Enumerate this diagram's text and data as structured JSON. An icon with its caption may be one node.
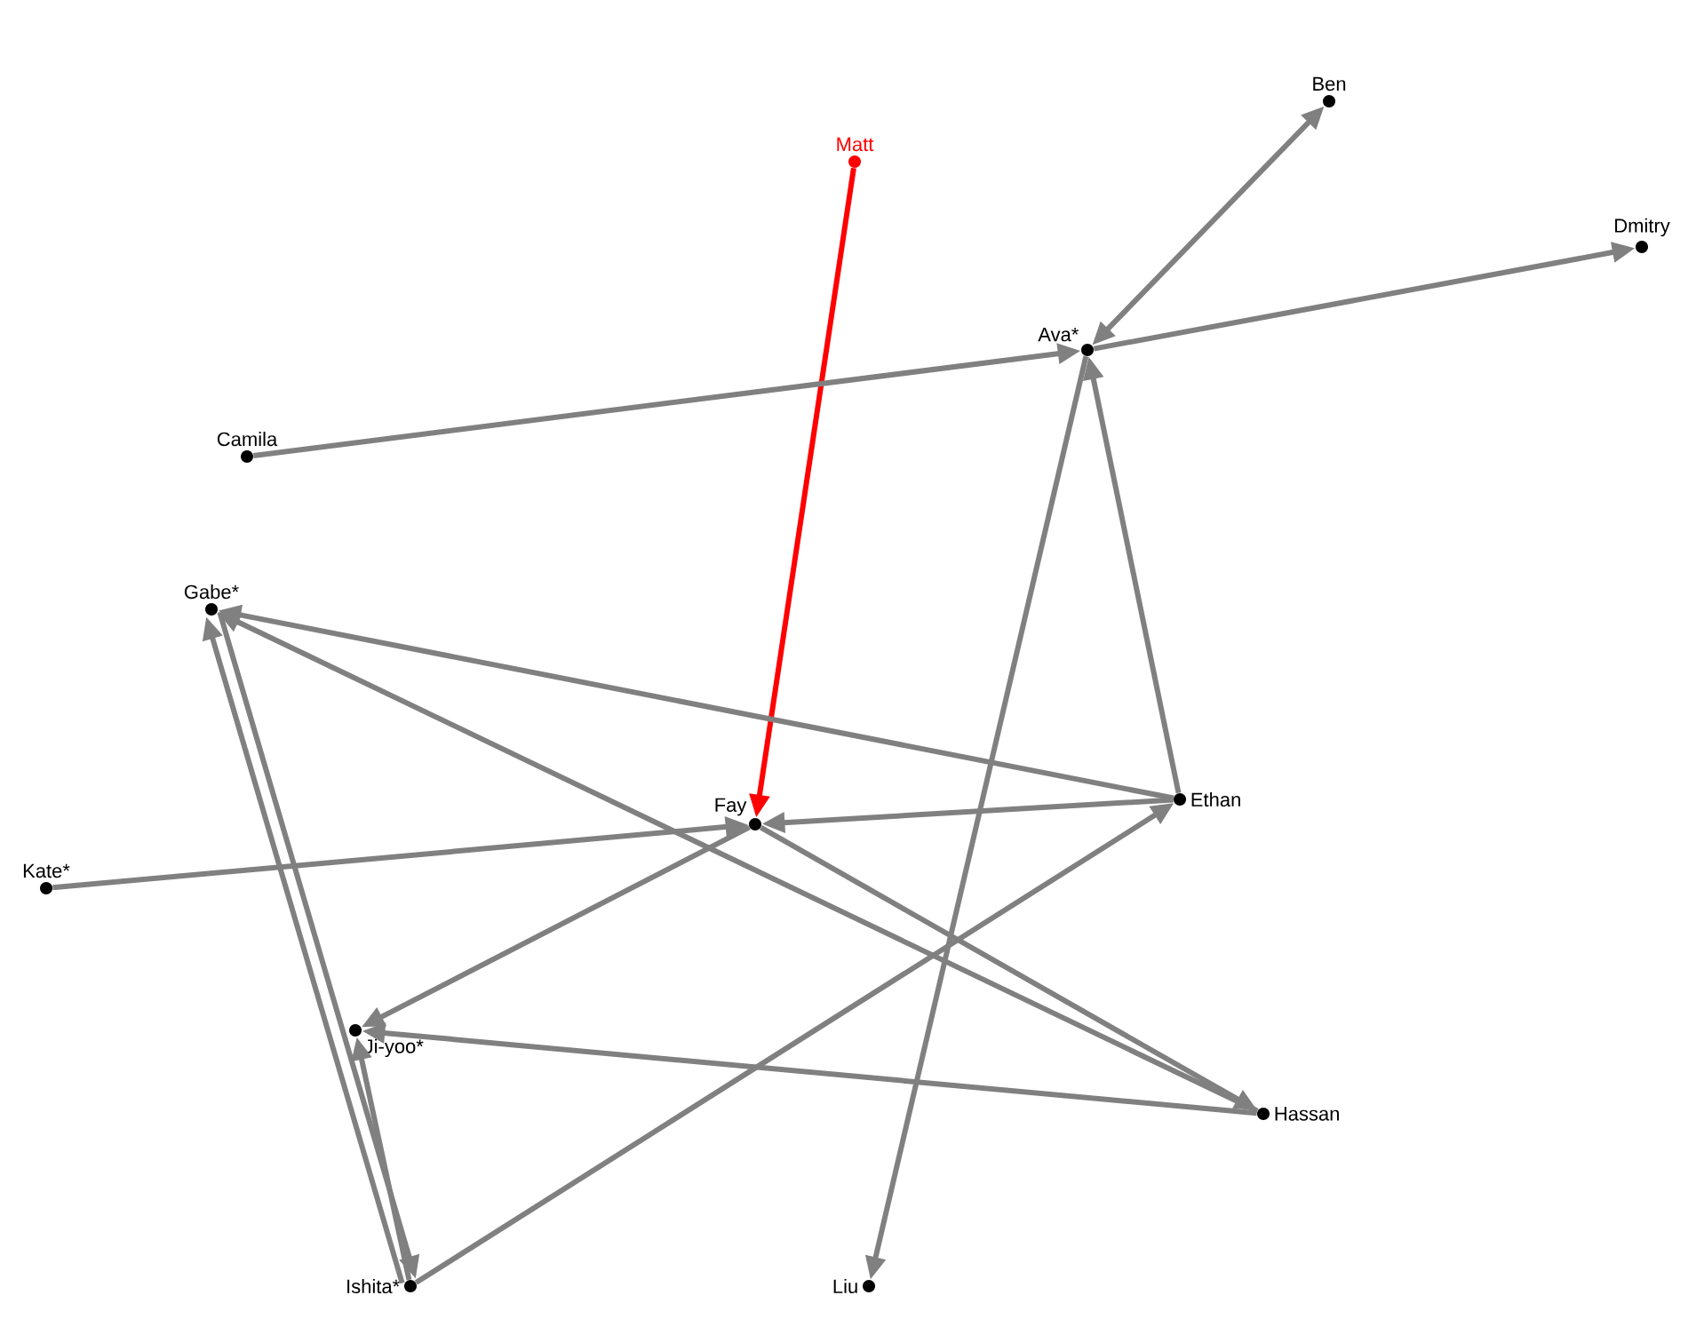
{
  "diagram": {
    "nodes": [
      {
        "text": [
          "Matt"
        ]
      },
      {
        "text": [
          "Ben"
        ]
      },
      {
        "text": [
          "Dmitry"
        ]
      },
      {
        "text": [
          "Ava*"
        ]
      },
      {
        "text": [
          "Camila"
        ]
      },
      {
        "text": [
          "Gabe*"
        ]
      },
      {
        "text": [
          "Fay"
        ]
      },
      {
        "text": [
          "Ethan"
        ]
      },
      {
        "text": [
          "Kate*"
        ]
      },
      {
        "text": [
          "Ji-yoo*"
        ]
      },
      {
        "text": [
          "Hassan"
        ]
      },
      {
        "text": [
          "Ishita*"
        ]
      },
      {
        "text": [
          "Liu"
        ]
      }
    ],
    "edges": [
      {
        "from": 0,
        "to": 6,
        "arrow": "to",
        "color": "#ff0000"
      },
      {
        "from": 3,
        "to": 1,
        "arrow": "both"
      },
      {
        "from": 3,
        "to": 2,
        "arrow": "to"
      },
      {
        "from": 4,
        "to": 3,
        "arrow": "to"
      },
      {
        "from": 3,
        "to": 12,
        "arrow": "to"
      },
      {
        "from": 7,
        "to": 3,
        "arrow": "to"
      },
      {
        "from": 7,
        "to": 6,
        "arrow": "to"
      },
      {
        "from": 11,
        "to": 7,
        "arrow": "to"
      },
      {
        "from": 8,
        "to": 6,
        "arrow": "to"
      },
      {
        "from": 6,
        "to": 9,
        "arrow": "to"
      },
      {
        "from": 10,
        "to": 9,
        "arrow": "to"
      },
      {
        "from": 11,
        "to": 9,
        "arrow": "to"
      },
      {
        "from": 5,
        "to": 11,
        "arrow": "to"
      },
      {
        "from": 11,
        "to": 5,
        "arrow": "to"
      },
      {
        "from": 7,
        "to": 5,
        "arrow": "to"
      },
      {
        "from": 10,
        "to": 5,
        "arrow": "to"
      },
      {
        "from": 6,
        "to": 10,
        "arrow": "to"
      }
    ]
  }
}
